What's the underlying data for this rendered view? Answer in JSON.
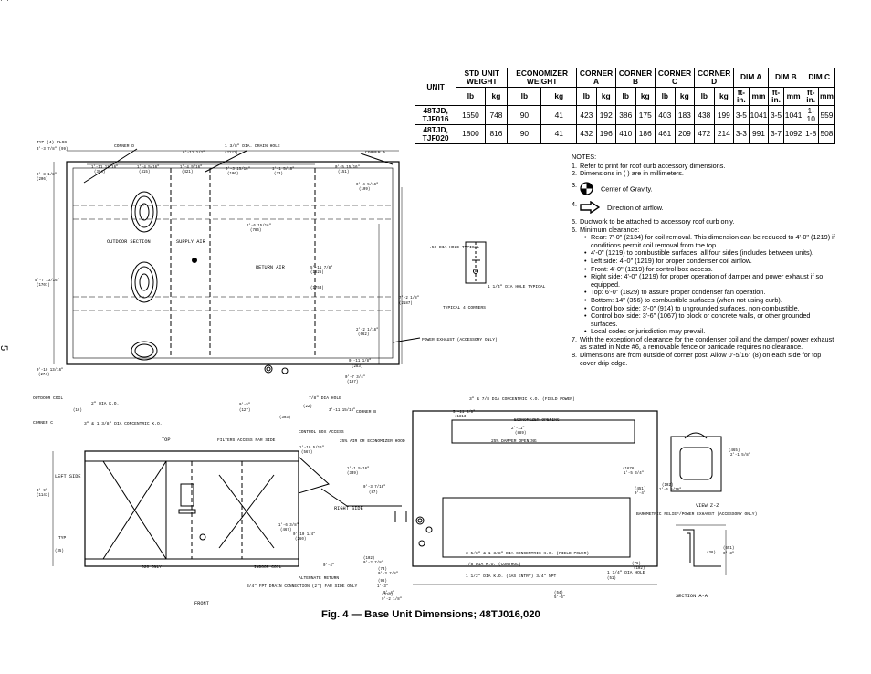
{
  "page_number": "5",
  "table": {
    "headers": {
      "unit": "UNIT",
      "std_unit_weight": "STD UNIT WEIGHT",
      "economizer_weight": "ECONOMIZER WEIGHT",
      "corner_a": "CORNER A",
      "corner_b": "CORNER B",
      "corner_c": "CORNER C",
      "corner_d": "CORNER D",
      "dim_a": "DIM A",
      "dim_b": "DIM B",
      "dim_c": "DIM C"
    },
    "subheaders": [
      "lb",
      "kg",
      "lb",
      "kg",
      "lb",
      "kg",
      "lb",
      "kg",
      "lb",
      "kg",
      "lb",
      "kg",
      "ft-in.",
      "mm",
      "ft-in.",
      "mm",
      "ft-in.",
      "mm"
    ],
    "rows": [
      {
        "unit": "48TJD, TJF016",
        "cells": [
          "1650",
          "748",
          "90",
          "41",
          "423",
          "192",
          "386",
          "175",
          "403",
          "183",
          "438",
          "199",
          "3-5",
          "1041",
          "3-5",
          "1041",
          "1-10",
          "559"
        ]
      },
      {
        "unit": "48TJD, TJF020",
        "cells": [
          "1800",
          "816",
          "90",
          "41",
          "432",
          "196",
          "410",
          "186",
          "461",
          "209",
          "472",
          "214",
          "3-3",
          "991",
          "3-7",
          "1092",
          "1-8",
          "508"
        ]
      }
    ]
  },
  "notes": {
    "title": "NOTES:",
    "items": [
      {
        "num": "1.",
        "text": "Refer to print for roof curb accessory dimensions."
      },
      {
        "num": "2.",
        "text": "Dimensions in (   ) are in millimeters."
      },
      {
        "num": "3.",
        "text": "Center of Gravity."
      },
      {
        "num": "4.",
        "text": "Direction of airflow."
      },
      {
        "num": "5.",
        "text": "Ductwork to be attached to accessory roof curb only."
      },
      {
        "num": "6.",
        "text": "Minimum clearance:"
      },
      {
        "num": "7.",
        "text": "With the exception of clearance for the condenser coil and the damper/ power exhaust as stated in Note #6, a removable fence or barricade requires no clearance."
      },
      {
        "num": "8.",
        "text": "Dimensions are from outside of corner post. Allow 0'-5/16\" (8) on each side for top cover drip edge."
      }
    ],
    "clearance_bullets": [
      "Rear: 7'-0\" (2134) for coil removal. This dimension can be reduced to 4'-0\" (1219) if conditions permit coil removal from the top.",
      "4'-0\" (1219) to combustible surfaces, all four sides (includes between units).",
      "Left side: 4'-0\" (1219) for proper condenser coil airflow.",
      "Front: 4'-0\" (1219) for control box access.",
      "Right side: 4'-0\" (1219) for proper operation of damper and power exhaust if so equipped.",
      "Top: 6'-0\" (1829) to assure proper condenser fan operation.",
      "Bottom: 14\" (356) to combustible surfaces (when not using curb).",
      "Control box side: 3'-0\" (914) to ungrounded surfaces, non-combustible.",
      "Control box side: 3'-6\" (1067) to block or concrete walls, or other grounded surfaces.",
      "Local codes or jurisdiction may prevail."
    ]
  },
  "caption": "Fig. 4 — Base Unit Dimensions; 48TJ016,020",
  "drawing_labels": {
    "typ_plcs": "TYP (4) PLCS",
    "corner_d": "CORNER D",
    "drain_hole": "1 3/8\" DIA. DRAIN HOLE",
    "corner_a": "CORNER A",
    "outdoor_section": "OUTDOOR SECTION",
    "supply_air": "SUPPLY AIR",
    "return_air": "RETURN AIR",
    "dia_hole_50": ".50 DIA HOLE TYPICAL",
    "dia_hole_114": "1 1/4\" DIA HOLE TYPICAL",
    "typical_4_corners": "TYPICAL 4 CORNERS",
    "power_exhaust": "POWER EXHAUST (ACCESSORY ONLY)",
    "outdoor_coil": "OUTDOOR COIL",
    "dia_ko_2": "2\" DIA K.O.",
    "corner_c": "CORNER C",
    "concentric_ko": "3\" & 1 3/8\" DIA CONCENTRIC K.O.",
    "top": "TOP",
    "drain_hole_78": "7/8\" DIA HOLE",
    "corner_b": "CORNER B",
    "concentric_ko_field": "3\" & 7/8 DIA CONCENTRIC K.O. (FIELD POWER)",
    "economizer_opening": "ECONOMIZER OPENING",
    "damper_opening": "25% DAMPER OPENING",
    "filters": "FILTERS ACCESS FAR SIDE",
    "control_box_access": "CONTROL BOX ACCESS",
    "economizer_hood": "25% AIR OR ECONOMIZER HOOD",
    "left_side": "LEFT SIDE",
    "right_side": "RIGHT SIDE",
    "front": "FRONT",
    "indoor_coil": "INDOOR COIL",
    "alternate_return": "ALTERNATE RETURN",
    "fpt_drain": "3/4\" FPT DRAIN CONNECTION (2\") FAR SIDE ONLY",
    "ko_control": "7/8 DIA K.O. (CONTROL)",
    "ko_gas": "1 1/2\" DIA K.O. (GAS ENTRY) 3/4\" NPT",
    "concentric_ko_358": "3 5/8\" & 1 3/8\" DIA CONCENTRIC K.O. (FIELD POWER)",
    "view_zz": "VIEW Z-Z",
    "barometric": "BAROMETRIC RELIEF/POWER EXHAUST (ACCESSORY ONLY)",
    "section_aa": "SECTION A-A",
    "hole_114_dia": "1 1/4\" DIA HOLE",
    "o20_only": "020 ONLY",
    "typ": "TYP",
    "dims": [
      "3'-3 7/8\" (99)",
      "6'-11 1/2\"",
      "(2121)",
      "1'-11 13/16\"",
      "(304)",
      "1'-4 5/16\"",
      "(415)",
      "1'-4 9/16\"",
      "(421)",
      "0'-3 15/16\"",
      "(100)",
      "1'-1 5/16\"",
      "(33)",
      "0'-5 15/16\"",
      "(151)",
      "0'-4 5/16\"",
      "(109)",
      "0'-8 1/8\"",
      "(206)",
      "2'-6 15/16\"",
      "(786)",
      "5'-7 13/16\"",
      "(1707)",
      "5'-11 7/8\"",
      "(1825)",
      "(1753)",
      "7'-2 1/8\"",
      "(2187)",
      "2'-2 1/16\"",
      "(662)",
      "0'-10 13/16\"",
      "(274)",
      "0'-11 1/8\"",
      "(283)",
      "0'-7 3/4\"",
      "(197)",
      "0'-5\"",
      "(127)",
      "3'-11 15/16\"",
      "(303)",
      "5'-11 3/8\"",
      "(1813)",
      "2'-11\"",
      "(889)",
      "3'-9\"",
      "(1143)",
      "1'-10 5/16\"",
      "(567)",
      "1'-1 5/16\"",
      "(339)",
      "0'-3 7/16\"",
      "(87)",
      "1'-6 3/8\"",
      "(467)",
      "0'-10 1/4\"",
      "(260)",
      "0'-4\"",
      "(102)",
      "0'-2 7/8\"",
      "(73)",
      "0'-3 7/8\"",
      "(98)",
      "1'-3\"",
      "(310)",
      "0'-2 1/8\"",
      "(54)",
      "5'-6\"",
      "(1676)",
      "1'-5 3/4\"",
      "(451)",
      "0'-4\"",
      "(102)",
      "1'-6 5/16\"",
      "(465)",
      "2'-1 5/8\"",
      "(651)",
      "0'-3\"",
      "(76)",
      "(102)",
      "0'-4\"",
      "(22)",
      "(16)",
      "(35)",
      "(51)",
      "(38)",
      "(32)",
      "(76)"
    ]
  }
}
